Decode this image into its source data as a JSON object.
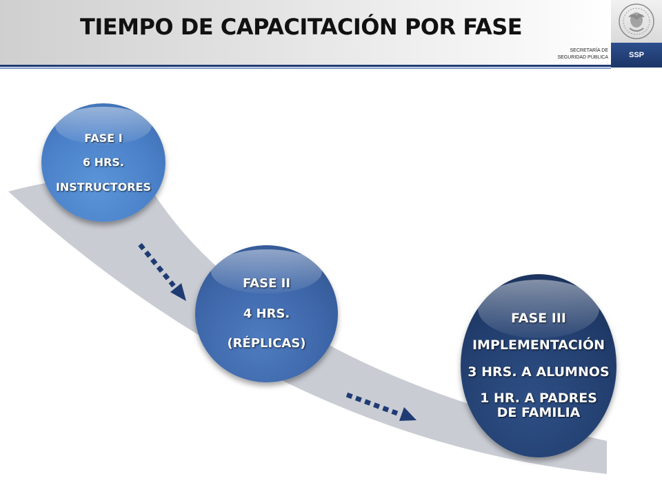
{
  "header": {
    "title": "TIEMPO DE CAPACITACIÓN POR FASE",
    "org_line1": "SECRETARÍA DE",
    "org_line2": "SEGURIDAD PÚBLICA",
    "badge": "SSP"
  },
  "phases": [
    {
      "name": "FASE I",
      "lines": [
        "6 HRS.",
        "INSTRUCTORES"
      ]
    },
    {
      "name": "FASE II",
      "lines": [
        "4 HRS.",
        "(RÉPLICAS)"
      ]
    },
    {
      "name": "FASE III",
      "lines": [
        "IMPLEMENTACIÓN",
        "3 HRS. A ALUMNOS",
        "1 HR. A PADRES DE FAMILIA"
      ]
    }
  ],
  "colors": {
    "accent": "#1f3b73",
    "path": "#c9ccd3",
    "arrow": "#1f3b73",
    "phase1": "#4a80c8",
    "phase2": "#3d66a8",
    "phase3": "#223e6e"
  },
  "icons": [
    "national-seal-icon",
    "dotted-arrow-icon"
  ]
}
